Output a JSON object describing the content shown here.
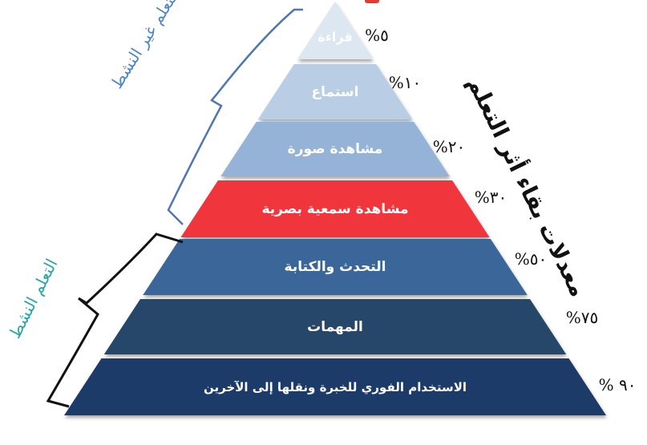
{
  "colors": {
    "level_1": "#dde7f2",
    "level_2": "#b9cde4",
    "level_3": "#95b3d7",
    "level_4": "#f0343c",
    "level_5": "#3b6699",
    "level_6": "#27466b",
    "level_7": "#1f3a68",
    "bracket_passive": "#4f77b3",
    "bracket_active": "#111111",
    "label_passive": "#4f86c6",
    "label_active": "#2aa5a5",
    "vertical_title": "#111111"
  },
  "levels": [
    {
      "label": "قراءة",
      "percent": "%٥"
    },
    {
      "label": "استماع",
      "percent": "%١٠"
    },
    {
      "label": "مشاهدة صورة",
      "percent": "%٢٠"
    },
    {
      "label": "مشاهدة سمعية بصرية",
      "percent": "%٣٠"
    },
    {
      "label": "التحدث والكتابة",
      "percent": "%٥٠"
    },
    {
      "label": "المهمات",
      "percent": "%٧٥"
    },
    {
      "label": "الاستخدام الفوري للخبرة ونقلها إلى الآخرين",
      "percent": "% ٩٠"
    }
  ],
  "groups": {
    "passive": "التعلم غير النشط",
    "active": "التعلم النشط"
  },
  "vertical_title": "معدلات بقاء أثر التعلم"
}
